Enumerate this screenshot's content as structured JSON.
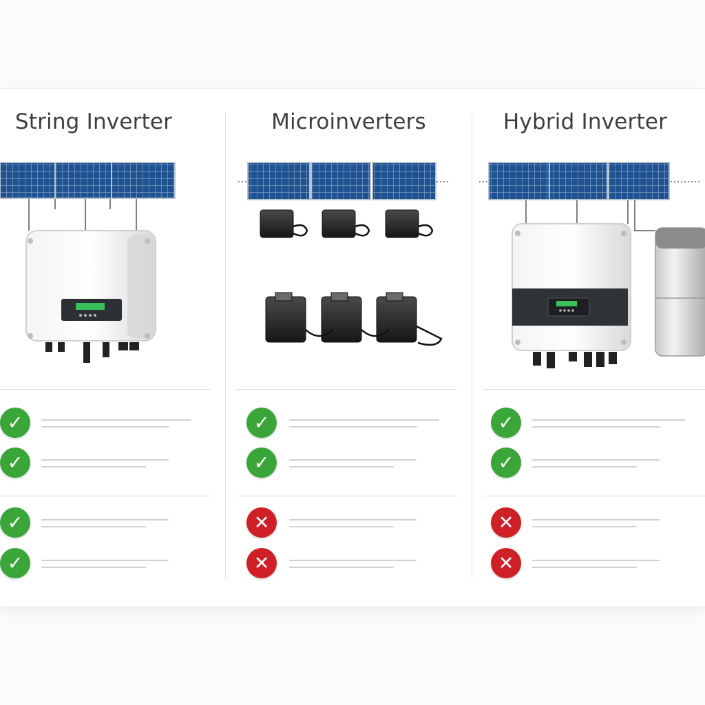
{
  "columns": [
    {
      "title": "String Inverter",
      "features": [
        {
          "status": "check",
          "icon": "check-icon"
        },
        {
          "status": "check",
          "icon": "check-icon"
        },
        {
          "status": "check",
          "icon": "check-icon"
        },
        {
          "status": "check",
          "icon": "check-icon"
        }
      ]
    },
    {
      "title": "Microinverters",
      "features": [
        {
          "status": "check",
          "icon": "check-icon"
        },
        {
          "status": "check",
          "icon": "check-icon"
        },
        {
          "status": "cross",
          "icon": "cross-icon"
        },
        {
          "status": "cross",
          "icon": "cross-icon"
        }
      ]
    },
    {
      "title": "Hybrid Inverter",
      "features": [
        {
          "status": "check",
          "icon": "check-icon"
        },
        {
          "status": "check",
          "icon": "check-icon"
        },
        {
          "status": "cross",
          "icon": "cross-icon"
        },
        {
          "status": "cross",
          "icon": "cross-icon"
        }
      ]
    }
  ],
  "glyphs": {
    "check": "✓",
    "cross": "✕"
  },
  "colors": {
    "check": "#3aa63a",
    "cross": "#cf2027",
    "panel": "#1d4f8a",
    "display": "#27b34a"
  }
}
